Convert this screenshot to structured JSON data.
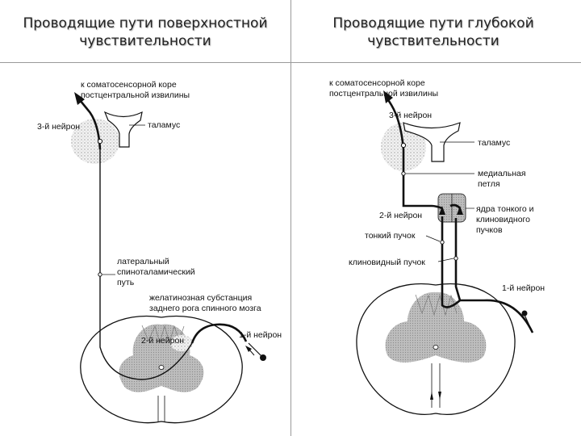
{
  "left": {
    "title_line1": "Проводящие пути поверхностной",
    "title_line2": "чувствительности",
    "labels": {
      "cortex_1": "к соматосенсорной коре",
      "cortex_2": "постцентральной извилины",
      "neuron3": "3-й нейрон",
      "thalamus": "таламус",
      "lateral_1": "латеральный",
      "lateral_2": "спиноталамический",
      "lateral_3": "путь",
      "gelatinous_1": "желатинозная субстанция",
      "gelatinous_2": "заднего рога спинного мозга",
      "neuron2": "2-й нейрон",
      "neuron1": "1-й нейрон"
    }
  },
  "right": {
    "title_line1": "Проводящие пути глубокой",
    "title_line2": "чувствительности",
    "labels": {
      "cortex_1": "к соматосенсорной коре",
      "cortex_2": "постцентральной извилины",
      "neuron3": "3-й нейрон",
      "thalamus": "таламус",
      "lemniscus_1": "медиальная",
      "lemniscus_2": "петля",
      "nuclei_1": "ядра тонкого и",
      "nuclei_2": "клиновидного",
      "nuclei_3": "пучков",
      "neuron2": "2-й нейрон",
      "gracile": "тонкий пучок",
      "cuneate": "клиновидный пучок",
      "neuron1": "1-й нейрон"
    }
  }
}
